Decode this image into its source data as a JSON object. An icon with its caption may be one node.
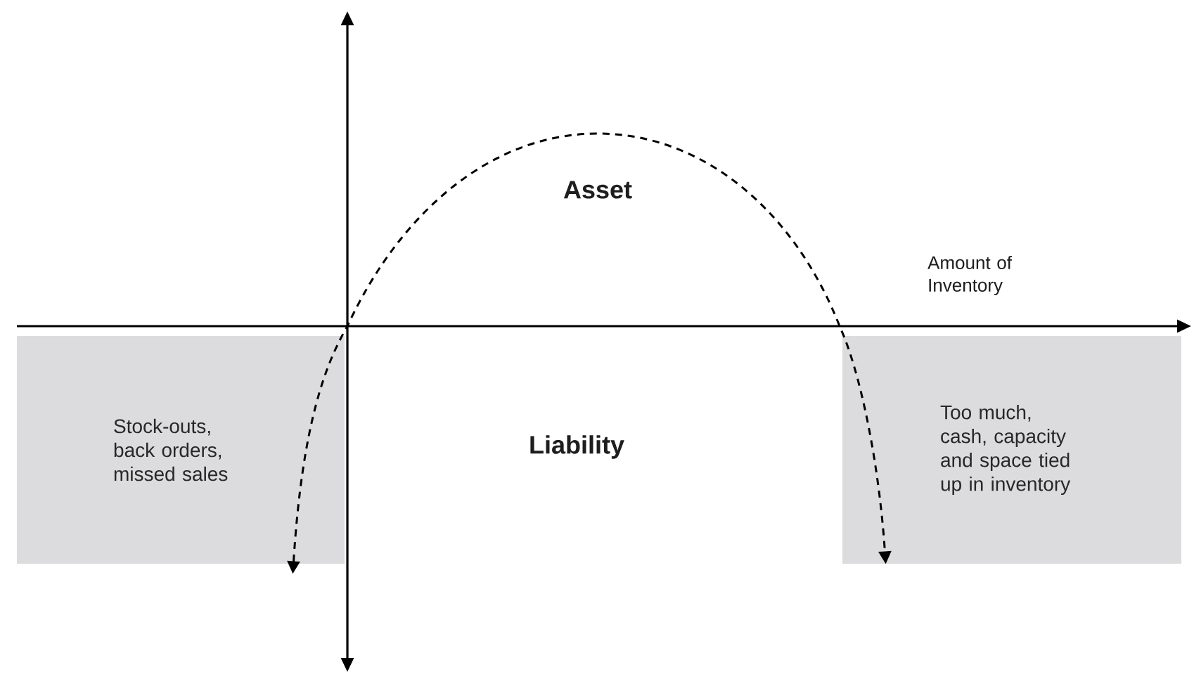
{
  "diagram": {
    "nodes": [
      {
        "text": [
          "Stock-outs, back orders, missed sales"
        ]
      },
      {
        "text": [
          "Too much, cash, capacity and space tied up in inventory"
        ]
      }
    ],
    "edges": [
      {
        "from": 0,
        "to": 1,
        "arrow": "both",
        "style": "dashed"
      }
    ],
    "labels": [
      "Asset",
      "Amount of Inventory",
      "Liability"
    ]
  }
}
